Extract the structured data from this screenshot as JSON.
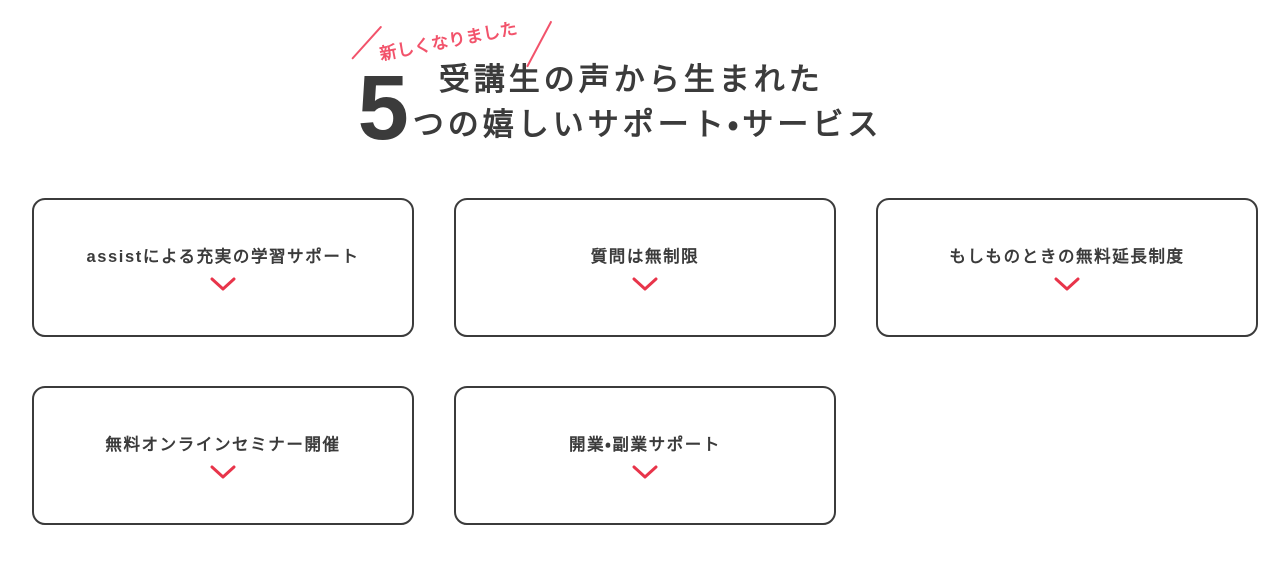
{
  "header": {
    "ribbon_text": "新しくなりました",
    "number": "5",
    "headline_line1": "受講生の声から生まれた",
    "headline_line2": "つの嬉しいサポート・サービス"
  },
  "colors": {
    "accent_red": "#f2536b",
    "chevron_red": "#e8344a",
    "text_dark": "#3b3b3b",
    "card_border": "#3b3b3b",
    "background": "#ffffff"
  },
  "cards": [
    {
      "label": "assistによる充実の学習サポート",
      "chevron": "chevron-down-icon"
    },
    {
      "label": "質問は無制限",
      "chevron": "chevron-down-icon"
    },
    {
      "label": "もしものときの無料延長制度",
      "chevron": "chevron-down-icon"
    },
    {
      "label": "無料オンラインセミナー開催",
      "chevron": "chevron-down-icon"
    },
    {
      "label": "開業・副業サポート",
      "chevron": "chevron-down-icon"
    }
  ]
}
